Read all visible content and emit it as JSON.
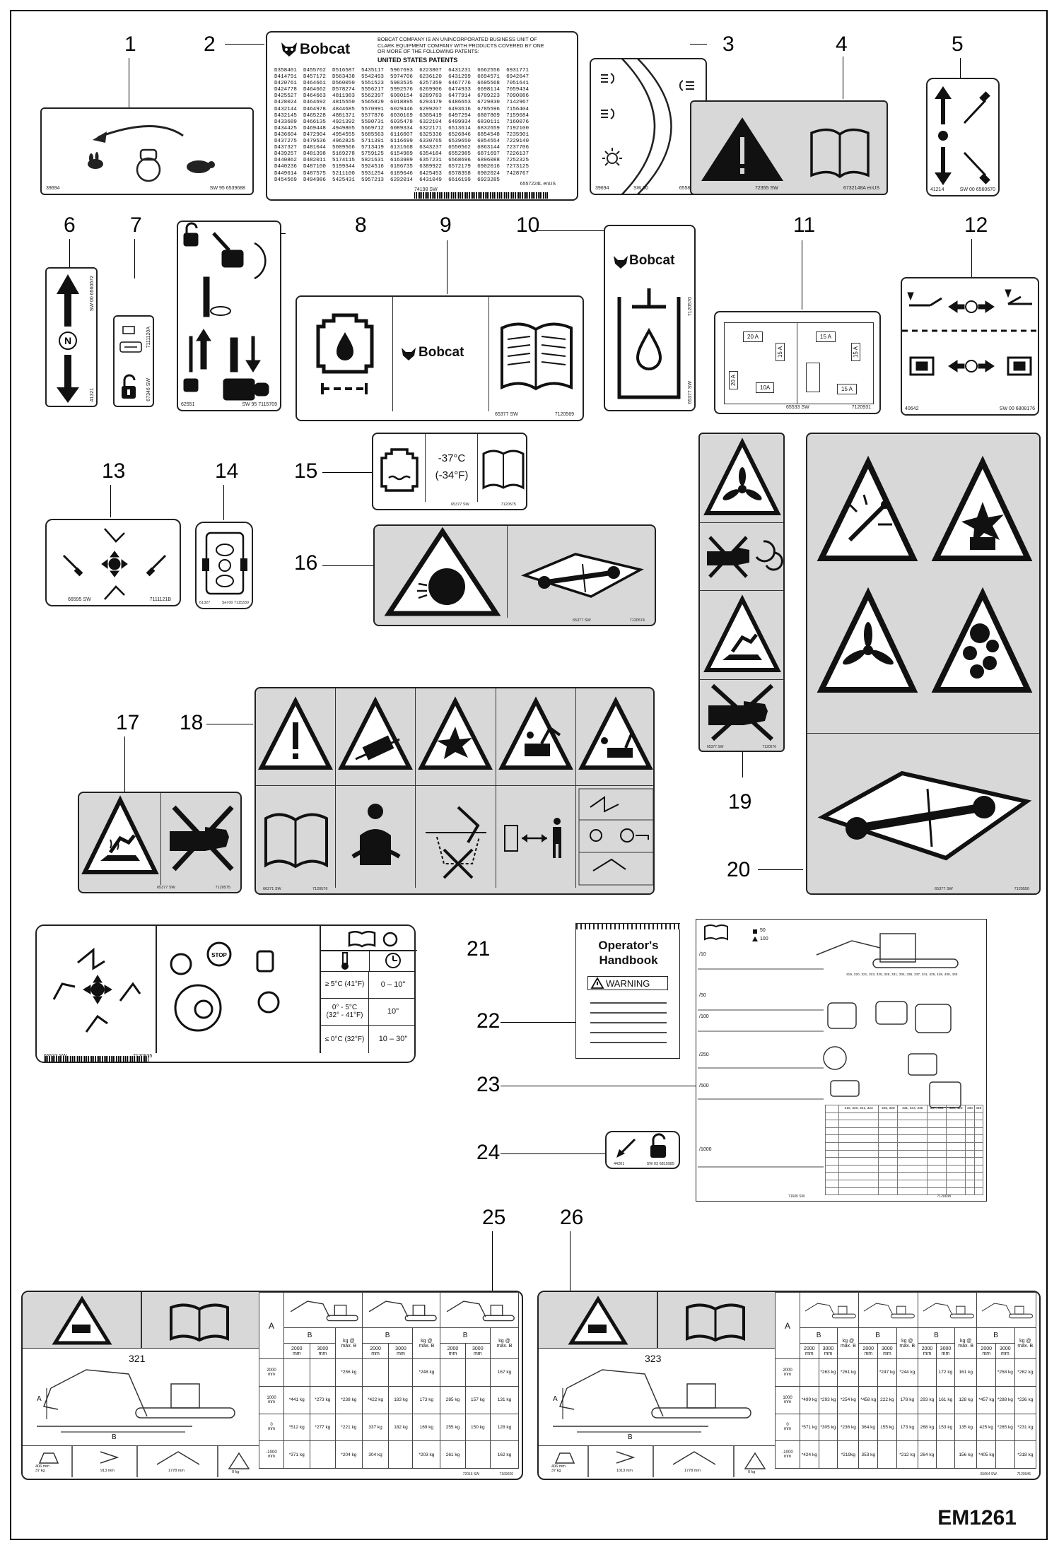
{
  "page": {
    "code": "EM1261",
    "callouts": [
      "1",
      "2",
      "3",
      "4",
      "5",
      "6",
      "7",
      "8",
      "9",
      "10",
      "11",
      "12",
      "13",
      "14",
      "15",
      "16",
      "17",
      "18",
      "19",
      "20",
      "21",
      "22",
      "23",
      "24",
      "25",
      "26"
    ]
  },
  "brand": "Bobcat",
  "decals": {
    "d1": {
      "left_code": "39694",
      "right_code": "SW 95 6539688"
    },
    "d2": {
      "header": "BOBCAT COMPANY IS AN UNINCORPORATED BUSINESS UNIT OF\nCLARK EQUIPMENT COMPANY WITH PRODUCTS COVERED BY ONE\nOR MORE OF THE FOLLOWING PATENTS:",
      "title": "UNITED STATES PATENTS",
      "patents": "D358401  D455762  D516587  5435117  5967693  6223807  6431231  6662556  6931771\nD414791  D457172  D563438  5542493  5974706  6236120  6431299  6694571  6942047\nD420761  D464661  D560050  5551523  5983535  6257359  6467776  6695568  7051641\nD424778  D464662  D578274  5556217  5992576  6269906  6474933  6698114  7059434\nD425527  D464663  4811983  5562397  6000154  6289783  6477914  6709223  7090086\nD428024  D464692  4815550  5565829  6018895  6293479  6486653  6729830  7142967\nD432144  D464978  4844685  5570991  6029446  6299207  6493616  6785596  7156404\nD432145  D465228  4881371  5577876  6030169  6305419  6497294  6807809  7159684\nD433689  D466135  4921392  5590731  6035478  6322104  6499934  6830111  7160076\nD434425  D469448  4949805  5669712  6089334  6322171  6513614  6832659  7192100\nD436604  D472904  4954555  5685563  6116007  6325336  6526846  6854548  7235901\nD437275  D479536  4962825  5711391  6116699  6330765  6539650  6854554  7229140\nD437327  D481044  5009566  5713419  6131668  6343237  6550562  6863144  7237706\nD439257  D481398  5169278  5759125  6154989  6354184  6552985  6871697  7226137\nD440862  D482011  5174115  5821631  6163989  6357231  6568696  6896088  7252325\nD440236  D487100  5199344  5924516  6186735  6389922  6572179  6902016  7273125\nD449614  D487575  5211100  5931254  6189646  6425453  6578358  6902024  7428767\nD454569  D494986  5425431  5957213  6202014  6431049  6616199  6923285",
      "left_code": "74198 SW",
      "right_code": "6557224L enUS"
    },
    "d3": {
      "left_code": "39694",
      "mid_code": "SW 90",
      "right_code": "6558730"
    },
    "d4": {
      "left_code": "72355 SW",
      "right_code": "6732148A enUS"
    },
    "d5": {
      "left_code": "41214",
      "right_code": "SW 00 6560670"
    },
    "d6": {
      "code_a": "SW 00 6560672",
      "code_b": "41321"
    },
    "d7": {
      "code_a": "7111120A",
      "code_b": "67346 SW"
    },
    "d8": {
      "left_code": "62551",
      "right_code": "SW 95 7115709"
    },
    "d9": {
      "left_code": "65377 SW",
      "right_code": "7120569"
    },
    "d10": {
      "code_a": "7120570",
      "code_b": "65377 SW"
    },
    "d11": {
      "fuses": [
        "20 A",
        "15 A",
        "15 A",
        "15 A",
        "20 A",
        "10A",
        "15 A"
      ],
      "left_code": "65533 SW",
      "right_code": "7120931"
    },
    "d12": {
      "left_code": "40642",
      "right_code": "SW 00 6808176"
    },
    "d13": {
      "left_code": "66595 SW",
      "right_code": "7111121B"
    },
    "d14": {
      "left_code": "61327",
      "right_code": "Sel 00 7115330"
    },
    "d15": {
      "temp_c": "-37°C",
      "temp_f": "(-34°F)",
      "left_code": "65377 SW",
      "right_code": "7120575"
    },
    "d16": {
      "left_code": "65377 SW",
      "right_code": "7120574"
    },
    "d17": {
      "left_code": "65377 SW",
      "right_code": "7120575"
    },
    "d18": {
      "left_code": "66271 SW",
      "right_code": "7120576"
    },
    "d19": {
      "left_code": "65377 SW",
      "right_code": "7120576"
    },
    "d20": {
      "left_code": "65377 SW",
      "right_code": "7120550"
    },
    "d21": {
      "stop": "STOP",
      "rows": [
        {
          "temp": "≥ 5°C (41°F)",
          "time": "0 – 10\""
        },
        {
          "temp": "0° - 5°C\n(32° - 41°F)",
          "time": "10\""
        },
        {
          "temp": "≤ 0°C (32°F)",
          "time": "10 – 30\""
        }
      ],
      "left_code": "65533 SW",
      "right_code": "7120935"
    },
    "d22": {
      "title": "Operator's\nHandbook",
      "warning": "WARNING"
    },
    "d23": {
      "legend_a": "50",
      "legend_b": "100",
      "intervals": [
        "/10",
        "/50",
        "/100",
        "/250",
        "/500",
        "/1000"
      ],
      "models": "319, 320, 321, 323, 325, 328, 331, 334, 335, 337, 341, 425, 428, 430, 435",
      "col_heads": [
        "319, 320, 321, 323",
        "325, 328",
        "331, 334, 335",
        "337, 341",
        "425, 428",
        "430",
        "435"
      ],
      "left_code": "71600 SW",
      "right_code": "7120638"
    },
    "d24": {
      "left_code": "44201",
      "right_code": "SW 03 6815985"
    },
    "d25": {
      "model": "321",
      "a": "A",
      "b": "B",
      "mm2000": "2000\nmm",
      "mm3000": "3000\nmm",
      "kgmaxb": "kg @\nmax. B",
      "rows": [
        {
          "a": "2000\nmm",
          "v": [
            "",
            "",
            "*256 kg",
            "",
            "",
            "*248 kg",
            "",
            "",
            "167 kg"
          ]
        },
        {
          "a": "1000\nmm",
          "v": [
            "*441 kg",
            "*273 kg",
            "*238 kg",
            "*422 kg",
            "183 kg",
            "173 kg",
            "285 kg",
            "157 kg",
            "131 kg"
          ]
        },
        {
          "a": "0\nmm",
          "v": [
            "*512 kg",
            "*277 kg",
            "*221 kg",
            "337 kg",
            "182 kg",
            "169 kg",
            "255 kg",
            "150 kg",
            "128 kg"
          ]
        },
        {
          "a": "-1000\nmm",
          "v": [
            "*371 kg",
            "",
            "*204 kg",
            "304 kg",
            "",
            "*203 kg",
            "261 kg",
            "",
            "162 kg"
          ]
        }
      ],
      "bucket": "406 mm\n37 kg",
      "dim2": "913 mm",
      "dim3": "1778 mm",
      "load": "0 kg",
      "left_code": "72016 SW",
      "right_code": "7169020"
    },
    "d26": {
      "model": "323",
      "a": "A",
      "b": "B",
      "mm2000": "2000\nmm",
      "mm3000": "3000\nmm",
      "kgmaxb": "kg @\nmax. B",
      "rows": [
        {
          "a": "2000\nmm",
          "v": [
            "",
            "*263 kg",
            "*261 kg",
            "",
            "*247 kg",
            "*244 kg",
            "",
            "172 kg",
            "161 kg",
            "",
            "*258 kg",
            "*262 kg"
          ]
        },
        {
          "a": "1000\nmm",
          "v": [
            "*499 kg",
            "*293 kg",
            "*254 kg",
            "*458 kg",
            "222 kg",
            "178 kg",
            "293 kg",
            "161 kg",
            "128 kg",
            "*457 kg",
            "*288 kg",
            "*236 kg"
          ]
        },
        {
          "a": "0\nmm",
          "v": [
            "*571 kg",
            "*305 kg",
            "*236 kg",
            "364 kg",
            "155 kg",
            "173 kg",
            "268 kg",
            "153 kg",
            "135 kg",
            "425 kg",
            "*285 kg",
            "*231 kg"
          ]
        },
        {
          "a": "-1000\nmm",
          "v": [
            "*424 kg",
            "",
            "*219kg",
            "353 kg",
            "",
            "*212 kg",
            "264 kg",
            "",
            "156 kg",
            "*405 kg",
            "",
            "*218 kg"
          ]
        }
      ],
      "bucket": "406 mm\n37 kg",
      "dim2": "1013 mm",
      "dim3": "1778 mm",
      "load": "0 kg",
      "left_code": "65064 SW",
      "right_code": "7120945"
    }
  }
}
